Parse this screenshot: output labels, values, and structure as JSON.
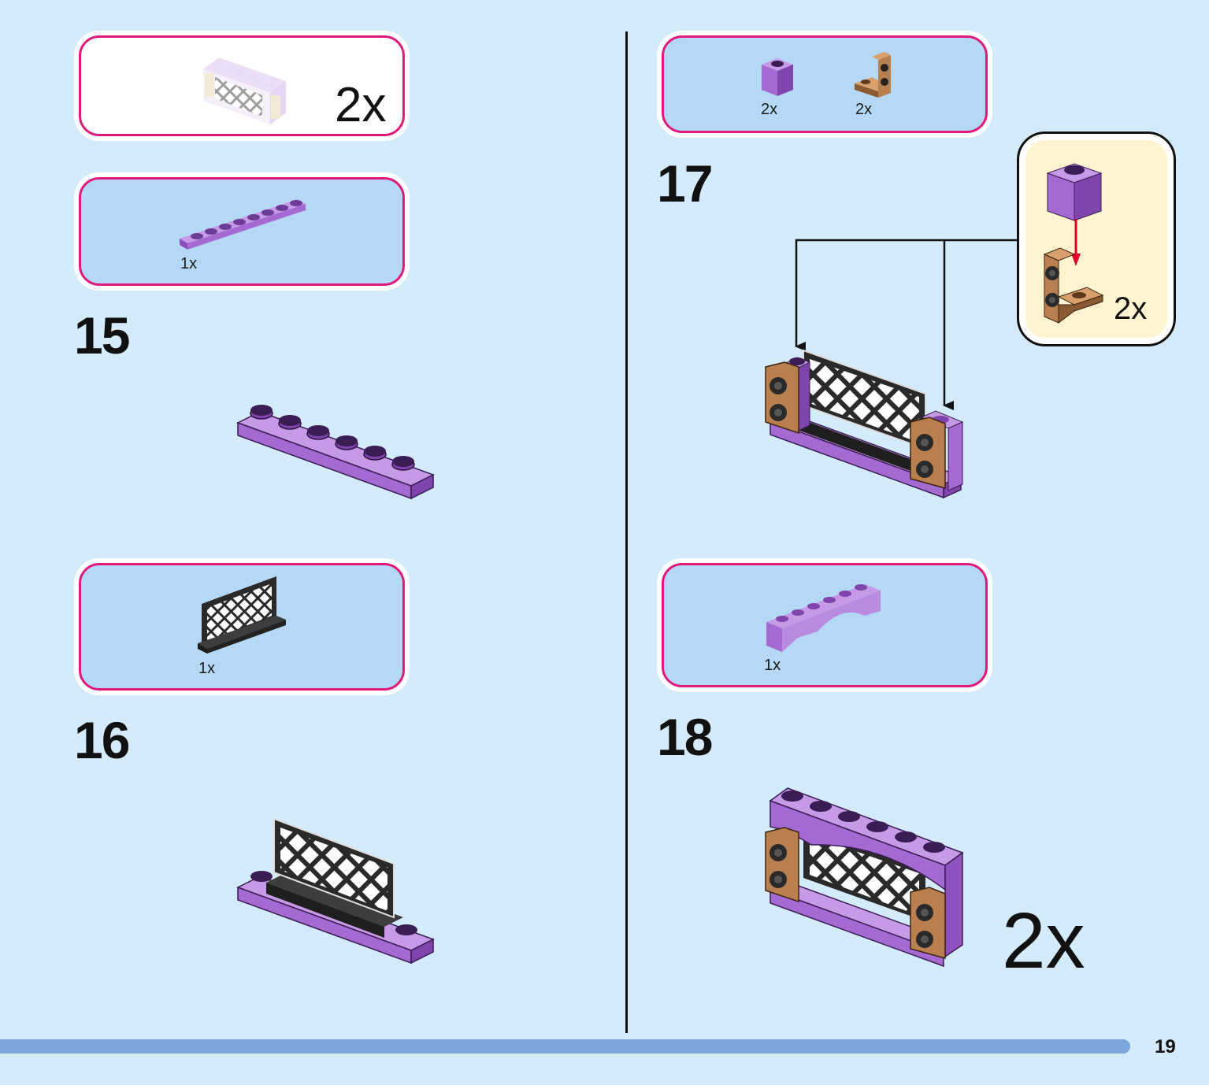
{
  "page": {
    "number": "19"
  },
  "colors": {
    "background": "#d4ebfb",
    "parts_box_border": "#e0197a",
    "parts_box_fill": "#b4d8f5",
    "callout_fill": "#fff4cf",
    "purple": "#a46ad1",
    "tan": "#b97f4e",
    "black": "#2a2a2a",
    "progress_bar": "#7aa6d9"
  },
  "left_column": {
    "subassembly_box": {
      "quantity": "2x"
    },
    "step15": {
      "number": "15",
      "parts": [
        {
          "icon": "purple-plate-1x8-icon",
          "quantity": "1x"
        }
      ]
    },
    "step16": {
      "number": "16",
      "parts": [
        {
          "icon": "black-lattice-fence-icon",
          "quantity": "1x"
        }
      ]
    }
  },
  "right_column": {
    "step17": {
      "number": "17",
      "parts": [
        {
          "icon": "purple-brick-1x1-icon",
          "quantity": "2x"
        },
        {
          "icon": "tan-bracket-icon",
          "quantity": "2x"
        }
      ],
      "callout": {
        "quantity": "2x"
      }
    },
    "step18": {
      "number": "18",
      "parts": [
        {
          "icon": "purple-arch-1x6-icon",
          "quantity": "1x"
        }
      ],
      "build_multiplier": "2x"
    }
  }
}
